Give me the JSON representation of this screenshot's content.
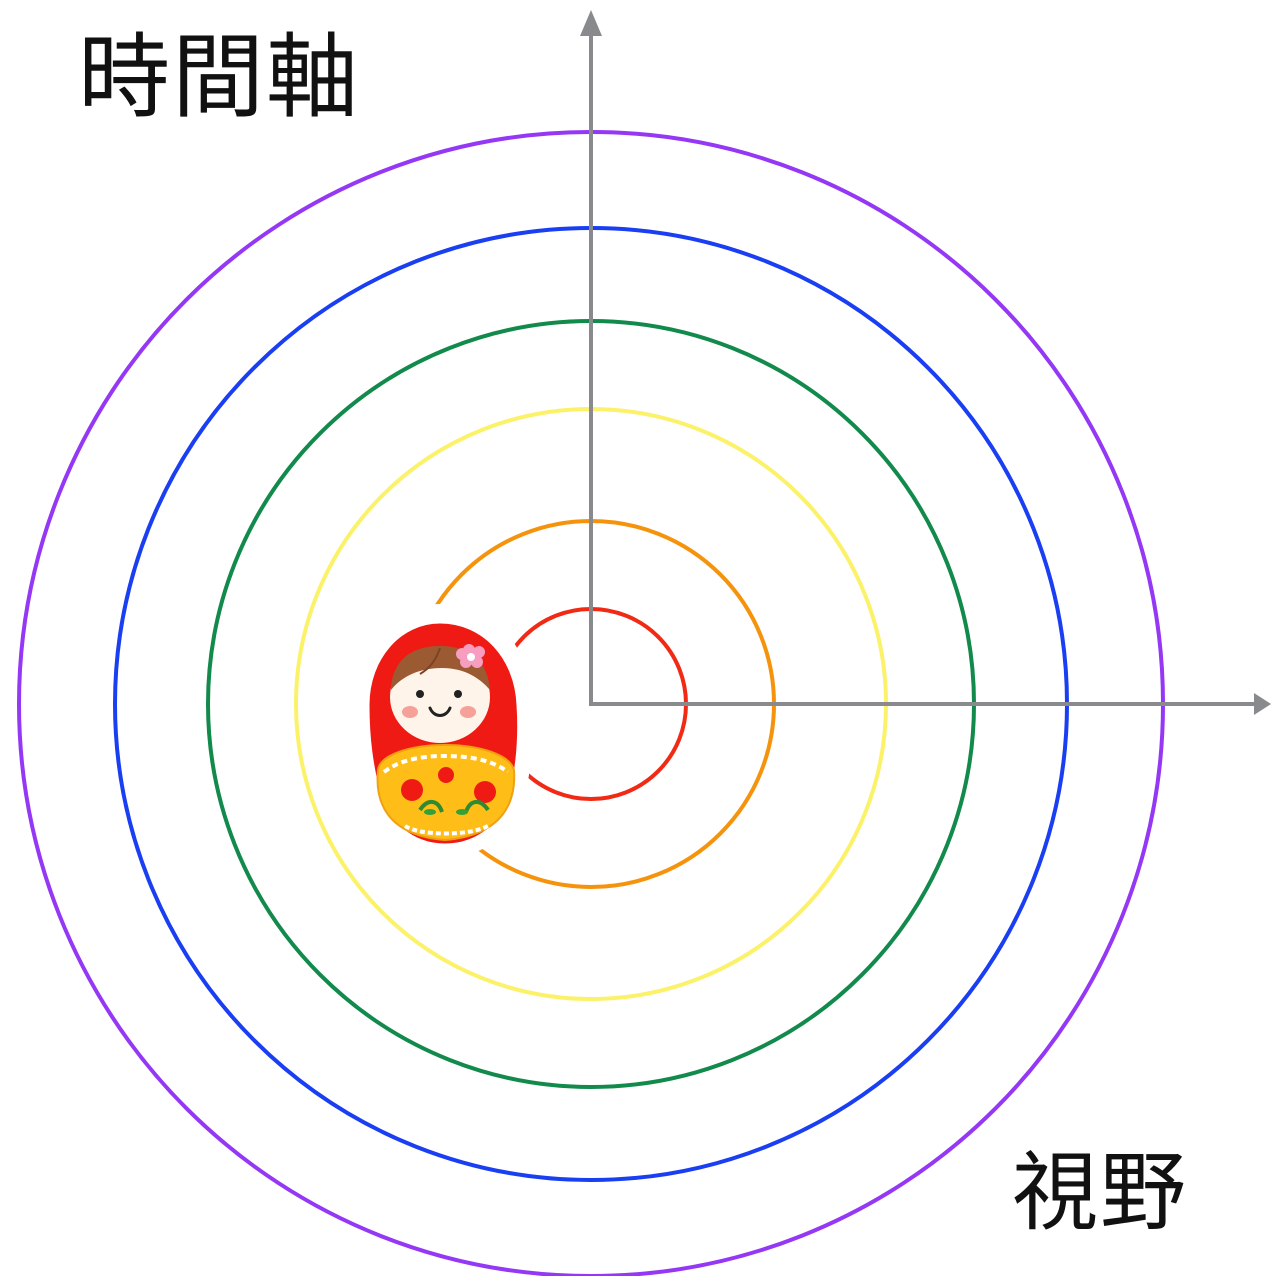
{
  "labels": {
    "time_axis": "時間軸",
    "field_of_view": "視野"
  },
  "colors": {
    "axis": "#888a8e",
    "rings": [
      "#f02a14",
      "#f5930c",
      "#fbf26a",
      "#128a4c",
      "#1a3ff2",
      "#9538f5"
    ],
    "doll_body": "#f01a14",
    "doll_apron": "#ffbe17",
    "flower": "#f79dc0"
  },
  "ring_names": [
    "red-ring",
    "orange-ring",
    "yellow-ring",
    "green-ring",
    "blue-ring",
    "purple-ring"
  ],
  "icons": {
    "doll": "matryoshka-doll-icon"
  }
}
